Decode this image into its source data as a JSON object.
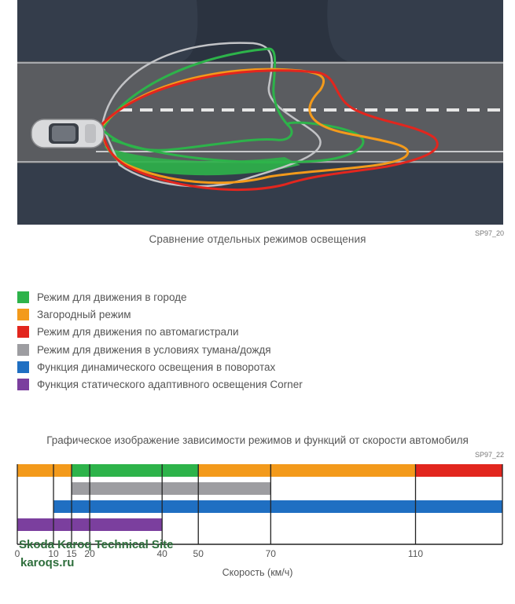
{
  "figure1": {
    "caption": "Сравнение отдельных режимов освещения",
    "code": "SP97_20"
  },
  "legend": [
    {
      "label": "Режим для движения в городе",
      "color": "#2db34a"
    },
    {
      "label": "Загородный режим",
      "color": "#f39a1b"
    },
    {
      "label": "Режим для движения по автомагистрали",
      "color": "#e2261e"
    },
    {
      "label": "Режим для движения в условиях тумана/дождя",
      "color": "#9d9da1"
    },
    {
      "label": "Функция динамического освещения в поворотах",
      "color": "#1f6fc2"
    },
    {
      "label": "Функция статического адаптивного освещения Corner",
      "color": "#7b3f9e"
    }
  ],
  "figure2": {
    "title": "Графическое изображение зависимости режимов и функций от скорости автомобиля",
    "code": "SP97_22",
    "axis_title": "Скорость (км/ч)"
  },
  "chart_data": {
    "type": "bar",
    "x_ticks": [
      0,
      10,
      15,
      20,
      40,
      50,
      70,
      110
    ],
    "xlim": [
      0,
      134
    ],
    "xlabel": "Скорость (км/ч)",
    "rows": [
      {
        "segments": [
          {
            "from": 0,
            "to": 15,
            "color": "#f39a1b"
          },
          {
            "from": 15,
            "to": 50,
            "color": "#2db34a"
          },
          {
            "from": 50,
            "to": 110,
            "color": "#f39a1b"
          },
          {
            "from": 110,
            "to": 134,
            "color": "#e2261e"
          }
        ]
      },
      {
        "segments": [
          {
            "from": 15,
            "to": 70,
            "color": "#9d9da1"
          }
        ]
      },
      {
        "segments": [
          {
            "from": 10,
            "to": 134,
            "color": "#1f6fc2"
          }
        ]
      },
      {
        "segments": [
          {
            "from": 0,
            "to": 40,
            "color": "#7b3f9e"
          }
        ]
      }
    ]
  },
  "watermark": {
    "site": "Skoda Karoq Technical Site",
    "domain": "karoqs.ru"
  }
}
